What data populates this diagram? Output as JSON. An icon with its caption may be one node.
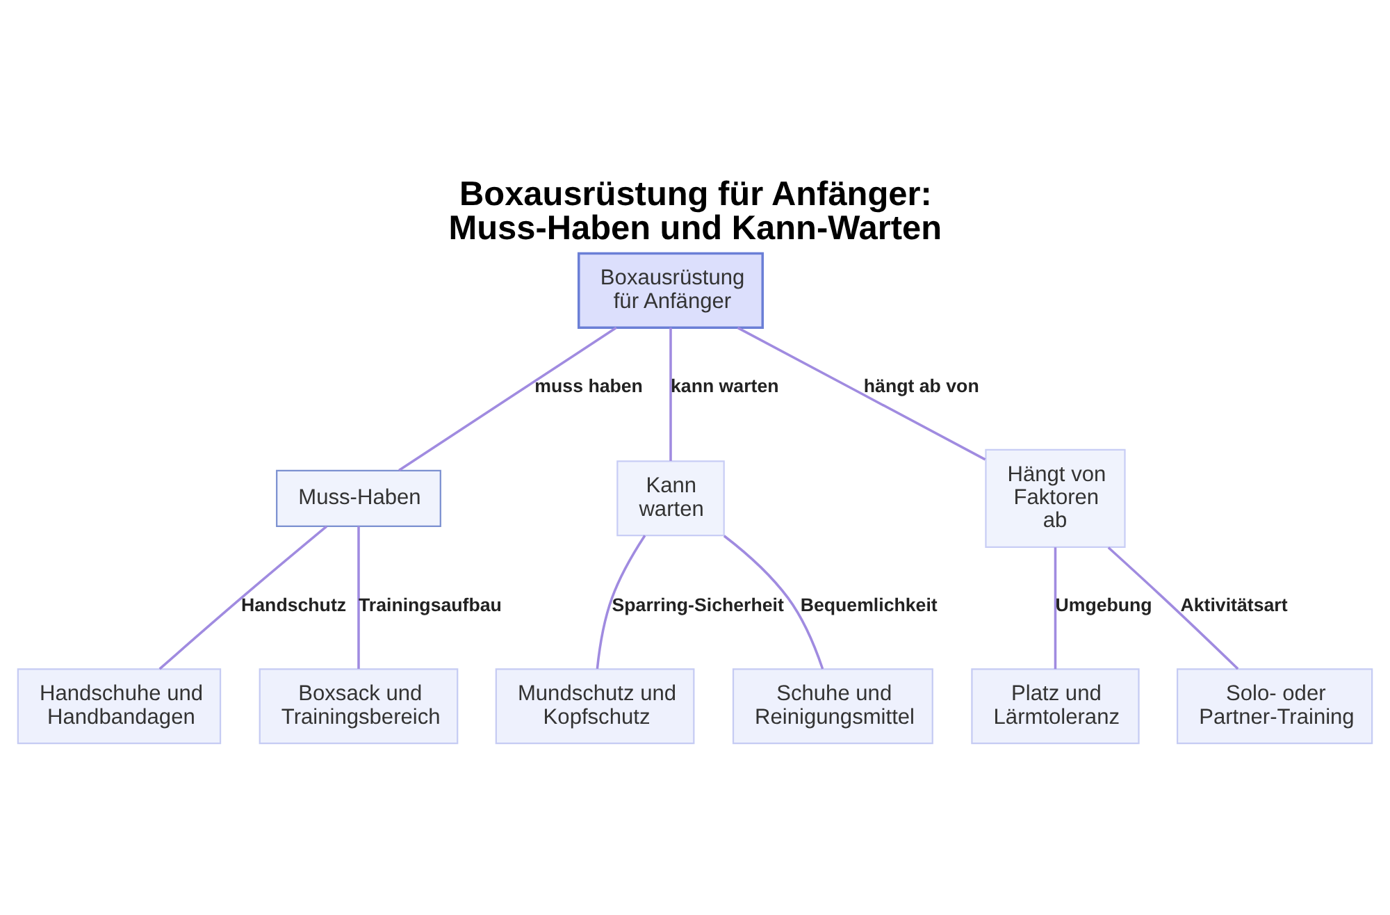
{
  "diagram": {
    "title": "Boxausrüstung für Anfänger: Muss-Haben und Kann-Warten",
    "nodes": [
      {
        "text": [
          "Boxausrüstung für Anfänger"
        ]
      },
      {
        "text": [
          "Muss-Haben"
        ]
      },
      {
        "text": [
          "Kann warten"
        ]
      },
      {
        "text": [
          "Hängt von Faktoren ab"
        ]
      },
      {
        "text": [
          "Handschuhe und Handbandagen"
        ]
      },
      {
        "text": [
          "Boxsack und Trainingsbereich"
        ]
      },
      {
        "text": [
          "Mundschutz und Kopfschutz"
        ]
      },
      {
        "text": [
          "Schuhe und Reinigungsmittel"
        ]
      },
      {
        "text": [
          "Platz und Lärmtoleranz"
        ]
      },
      {
        "text": [
          "Solo- oder Partner-Training"
        ]
      }
    ],
    "edges": [
      {
        "from": 0,
        "to": 1,
        "arrow": "none",
        "label": "muss haben"
      },
      {
        "from": 0,
        "to": 2,
        "arrow": "none",
        "label": "kann warten"
      },
      {
        "from": 0,
        "to": 3,
        "arrow": "none",
        "label": "hängt ab von"
      },
      {
        "from": 1,
        "to": 4,
        "arrow": "none",
        "label": "Handschutz"
      },
      {
        "from": 1,
        "to": 5,
        "arrow": "none",
        "label": "Trainingsaufbau"
      },
      {
        "from": 2,
        "to": 6,
        "arrow": "none",
        "label": "Sparring-Sicherheit"
      },
      {
        "from": 2,
        "to": 7,
        "arrow": "none",
        "label": "Bequemlichkeit"
      },
      {
        "from": 3,
        "to": 8,
        "arrow": "none",
        "label": "Umgebung"
      },
      {
        "from": 3,
        "to": 9,
        "arrow": "none",
        "label": "Aktivitätsart"
      }
    ]
  }
}
